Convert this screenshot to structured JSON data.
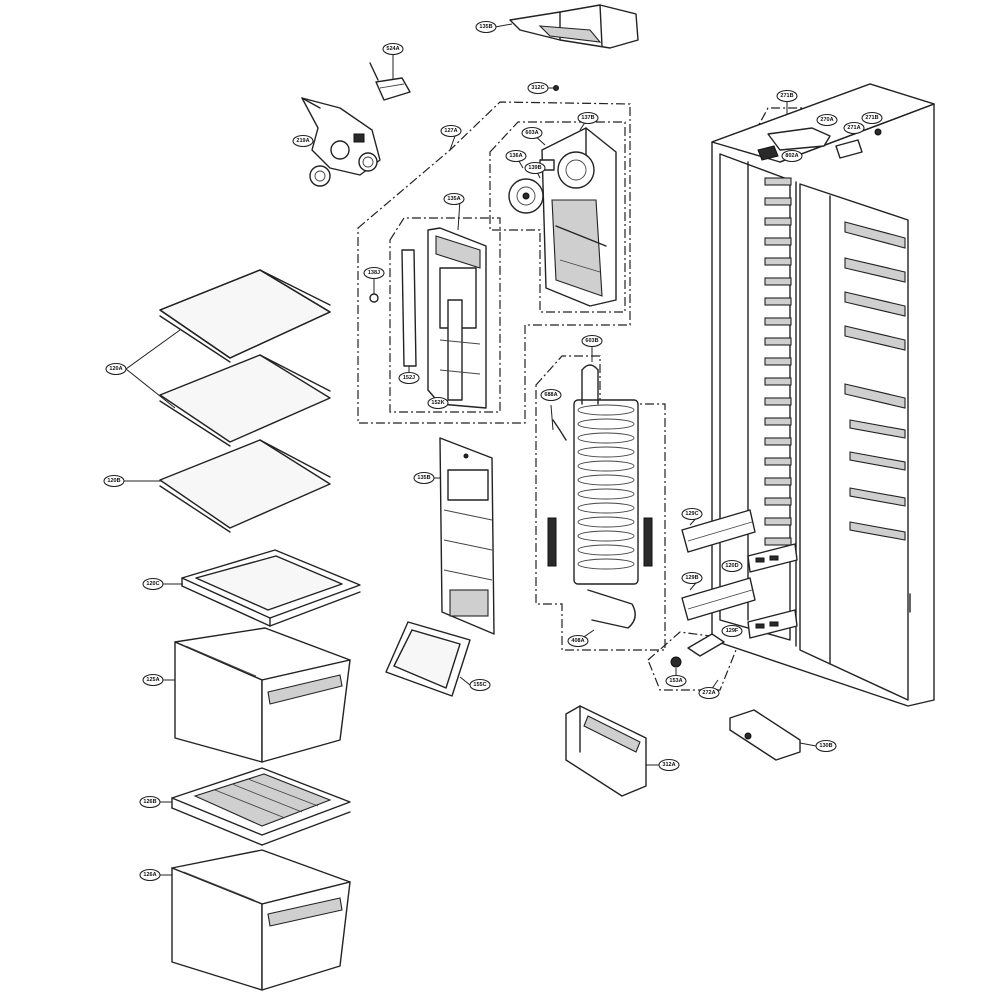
{
  "callouts": {
    "c135a_top": "135B",
    "c524a": "524A",
    "c312c": "312C",
    "c219a": "219A",
    "c127a": "127A",
    "c137b": "137B",
    "c603a": "603A",
    "c136a": "136A",
    "c139b": "139B",
    "c135a_mid": "135A",
    "c138j": "138J",
    "c152j": "152J",
    "c152k": "152K",
    "c271b": "271B",
    "c270a": "270A",
    "c271a": "271A",
    "c271b2": "271B",
    "c802a": "802A",
    "c120a": "120A",
    "c120b": "120B",
    "c120c": "120C",
    "c125a": "125A",
    "c126b": "126B",
    "c126a": "126A",
    "c135b": "135B",
    "c155c": "155C",
    "c603b": "603B",
    "c688a": "688A",
    "c408a": "408A",
    "c129c": "129C",
    "c129b": "129B",
    "c120d": "120D",
    "c129f": "129F",
    "c153a": "153A",
    "c272a": "272A",
    "c312a": "312A",
    "c130b": "130B"
  }
}
